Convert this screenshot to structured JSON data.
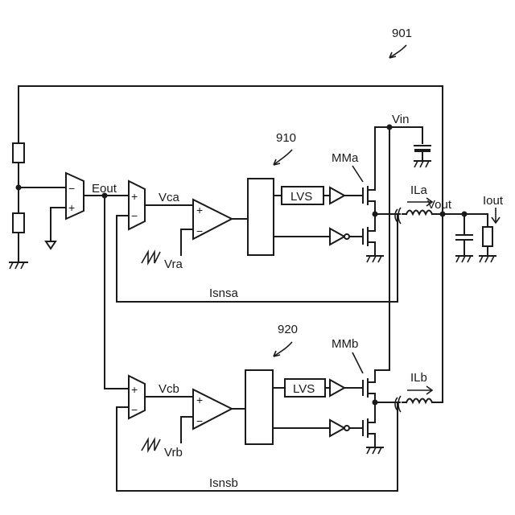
{
  "figure": {
    "ref": "901",
    "phase_a_ref": "910",
    "phase_b_ref": "920"
  },
  "labels": {
    "vin": "Vin",
    "eout": "Eout",
    "vca": "Vca",
    "vcb": "Vcb",
    "vra": "Vra",
    "vrb": "Vrb",
    "mma": "MMa",
    "mmb": "MMb",
    "ila": "ILa",
    "ilb": "ILb",
    "vout": "Vout",
    "iout": "Iout",
    "isnsa": "Isnsa",
    "isnsb": "Isnsb",
    "lvs_a": "LVS",
    "lvs_b": "LVS"
  },
  "signs": {
    "plus": "+",
    "minus": "−"
  }
}
